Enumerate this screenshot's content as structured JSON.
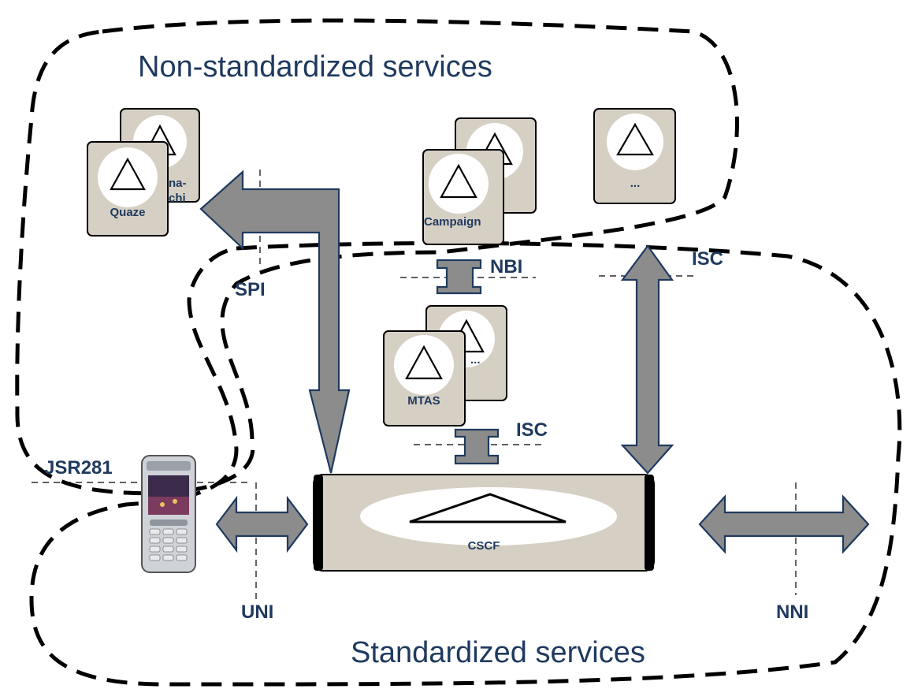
{
  "regions": {
    "non_standardized_title": "Non-standardized services",
    "standardized_title": "Standardized services"
  },
  "interfaces": {
    "spi": "SPI",
    "nbi": "NBI",
    "isc_top": "ISC",
    "isc_mid": "ISC",
    "jsr281": "JSR281",
    "uni": "UNI",
    "nni": "NNI"
  },
  "applications": {
    "quaze": "Quaze",
    "quaze_back_fragment_1": "na-",
    "quaze_back_fragment_2": "chi",
    "campaign": "Campaign",
    "more": "...",
    "mtas": "MTAS",
    "mtas_back_fragment": "..."
  },
  "core": {
    "cscf": "CSCF"
  },
  "colors": {
    "title_text": "#1f3a5f",
    "card_fill": "#d6cfc4",
    "arrow_fill": "#8c8c8c",
    "arrow_stroke": "#1f3a5f"
  }
}
